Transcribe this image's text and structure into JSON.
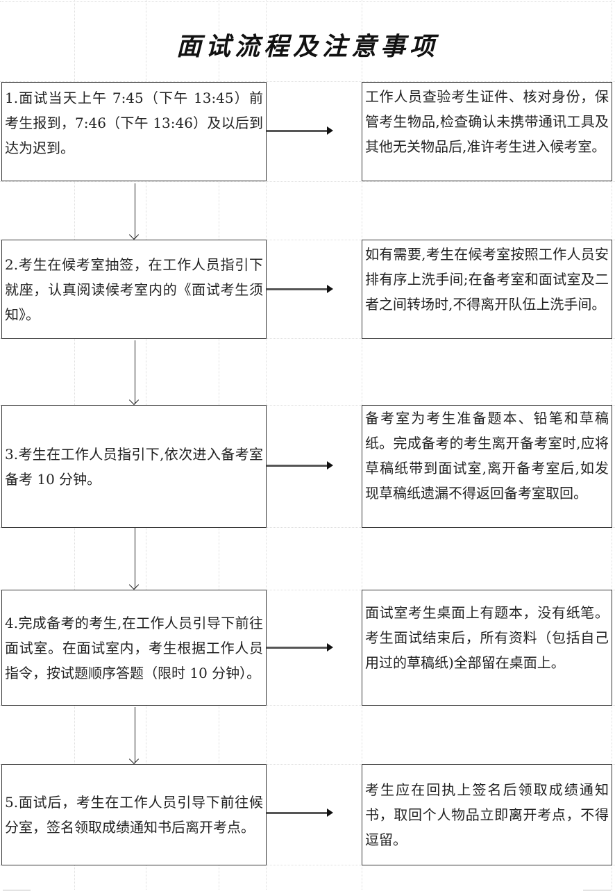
{
  "title": "面试流程及注意事项",
  "steps": [
    {
      "text": "1.面试当天上午 7:45（下午 13:45）前考生报到，7:46（下午 13:46）及以后到达为迟到。",
      "note": "工作人员查验考生证件、核对身份，保管考生物品,检查确认未携带通讯工具及其他无关物品后,准许考生进入候考室。"
    },
    {
      "text": "2.考生在候考室抽签，在工作人员指引下就座，认真阅读候考室内的《面试考生须知》。",
      "note": "如有需要,考生在候考室按照工作人员安排有序上洗手间;在备考室和面试室及二者之间转场时,不得离开队伍上洗手间。"
    },
    {
      "text": "3.考生在工作人员指引下,依次进入备考室备考 10 分钟。",
      "note": "备考室为考生准备题本、铅笔和草稿纸。完成备考的考生离开备考室时,应将草稿纸带到面试室,离开备考室后,如发现草稿纸遗漏不得返回备考室取回。"
    },
    {
      "text": "4.完成备考的考生,在工作人员引导下前往面试室。在面试室内，考生根据工作人员指令，按试题顺序答题（限时 10 分钟）。",
      "note": "面试室考生桌面上有题本，没有纸笔。考生面试结束后，所有资料（包括自己用过的草稿纸)全部留在桌面上。"
    },
    {
      "text": "5.面试后，考生在工作人员引导下前往候分室，签名领取成绩通知书后离开考点。",
      "note": "考生应在回执上签名后领取成绩通知书，取回个人物品立即离开考点，不得逗留。"
    }
  ]
}
